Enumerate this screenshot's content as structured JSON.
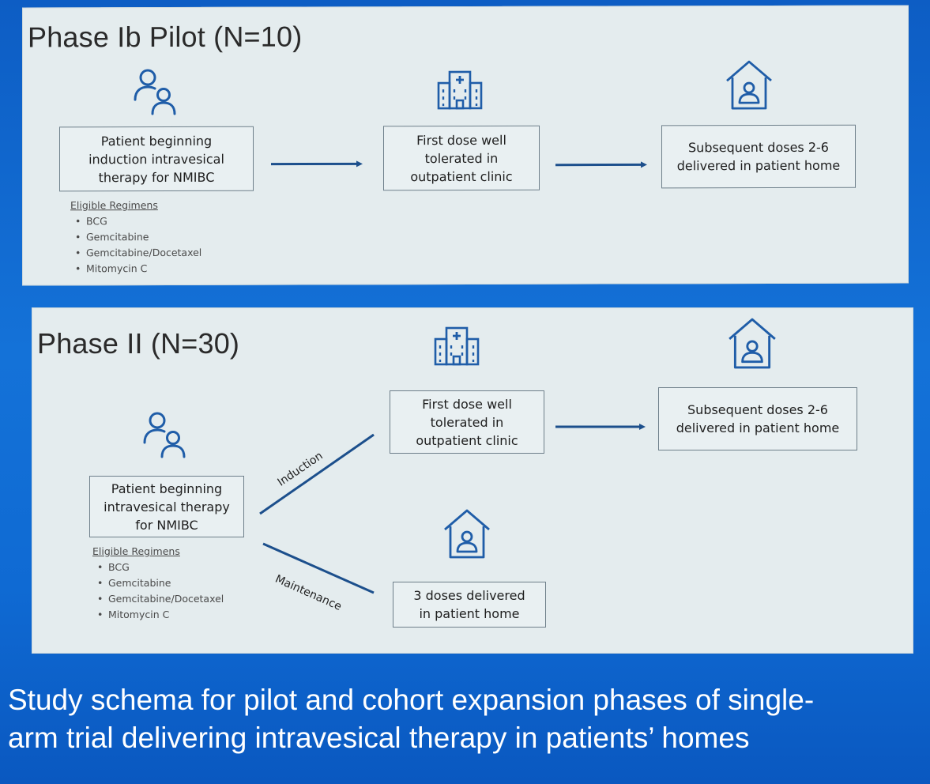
{
  "phase1": {
    "title": "Phase Ib Pilot (N=10)",
    "box_patient": "Patient beginning\ninduction intravesical\ntherapy for NMIBC",
    "box_clinic": "First dose well\ntolerated in\noutpatient clinic",
    "box_home": "Subsequent doses 2-6\ndelivered in patient home",
    "regimens_header": "Eligible Regimens",
    "regimens": [
      "BCG",
      "Gemcitabine",
      "Gemcitabine/Docetaxel",
      "Mitomycin C"
    ]
  },
  "phase2": {
    "title": "Phase II (N=30)",
    "box_patient": "Patient beginning\nintravesical therapy\nfor NMIBC",
    "box_clinic": "First dose well\ntolerated in\noutpatient clinic",
    "box_home": "Subsequent doses 2-6\ndelivered in patient home",
    "box_maintenance": "3 doses delivered\nin patient home",
    "label_induction": "Induction",
    "label_maintenance": "Maintenance",
    "regimens_header": "Eligible Regimens",
    "regimens": [
      "BCG",
      "Gemcitabine",
      "Gemcitabine/Docetaxel",
      "Mitomycin C"
    ]
  },
  "caption": "Study schema for pilot and cohort expansion phases of single-\narm trial delivering intravesical therapy in patients’ homes",
  "colors": {
    "icon": "#1f5da8",
    "arrow": "#1c4f8c",
    "background": "#1370d6",
    "panel": "#e4ecee"
  },
  "icons": [
    "person-icon",
    "hospital-icon",
    "home-icon"
  ]
}
